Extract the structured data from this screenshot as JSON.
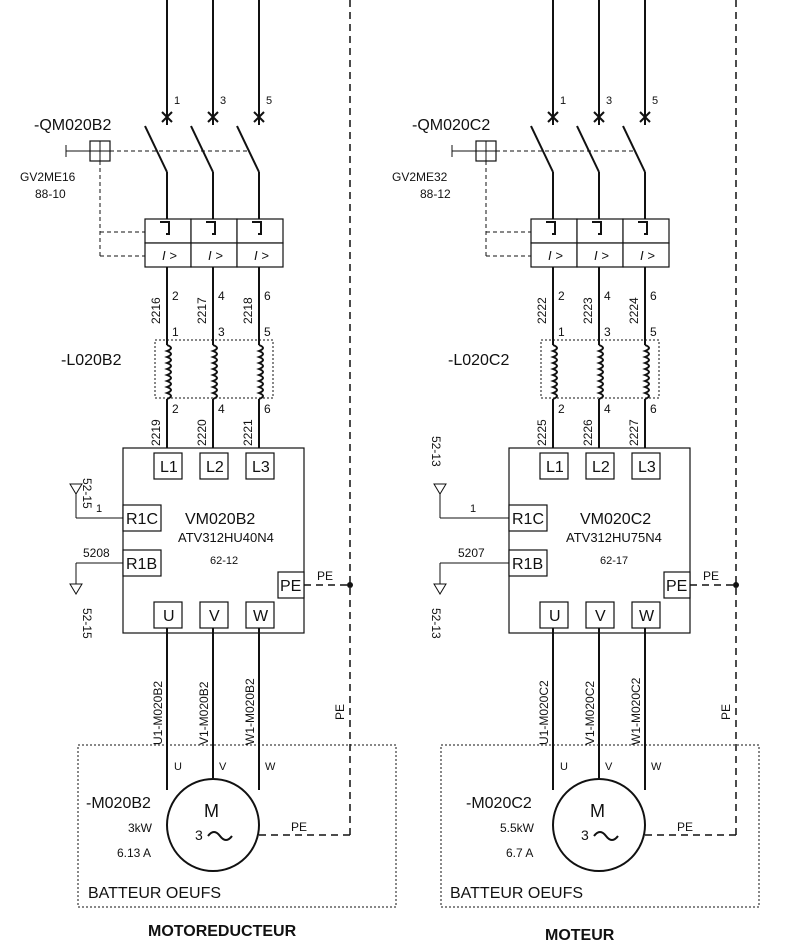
{
  "circuits": [
    {
      "breaker": {
        "tag": "-QM020B2",
        "model": "GV2ME16",
        "ref": "88-10"
      },
      "pole_numbers_top": [
        "1",
        "3",
        "5"
      ],
      "wires_upper": [
        "2216",
        "2217",
        "2218"
      ],
      "terminals_upper": [
        "2",
        "4",
        "6"
      ],
      "reactor": {
        "tag": "-L020B2",
        "in": [
          "1",
          "3",
          "5"
        ],
        "out": [
          "2",
          "4",
          "6"
        ]
      },
      "wires_lower": [
        "2219",
        "2220",
        "2221"
      ],
      "drive": {
        "tag": "VM020B2",
        "model": "ATV312HU40N4",
        "ref": "62-12",
        "inputs": [
          "L1",
          "L2",
          "L3"
        ],
        "outputs": [
          "U",
          "V",
          "W"
        ],
        "relay_c": "R1C",
        "relay_b": "R1B",
        "pe": "PE"
      },
      "relay_wire_c": "1",
      "relay_wire_b": "5208",
      "relay_ref_top": "52-15",
      "relay_ref_bottom": "52-15",
      "pe_label": "PE",
      "motor_wires": [
        "U1-M020B2",
        "V1-M020B2",
        "W1-M020B2"
      ],
      "motor": {
        "tag": "-M020B2",
        "power": "3kW",
        "current": "6.13 A",
        "letter": "M",
        "phase": "3",
        "terminals": [
          "U",
          "V",
          "W"
        ],
        "pe": "PE",
        "name": "BATTEUR OEUFS"
      },
      "caption": "MOTOREDUCTEUR"
    },
    {
      "breaker": {
        "tag": "-QM020C2",
        "model": "GV2ME32",
        "ref": "88-12"
      },
      "pole_numbers_top": [
        "1",
        "3",
        "5"
      ],
      "wires_upper": [
        "2222",
        "2223",
        "2224"
      ],
      "terminals_upper": [
        "2",
        "4",
        "6"
      ],
      "reactor": {
        "tag": "-L020C2",
        "in": [
          "1",
          "3",
          "5"
        ],
        "out": [
          "2",
          "4",
          "6"
        ]
      },
      "wires_lower": [
        "2225",
        "2226",
        "2227"
      ],
      "drive": {
        "tag": "VM020C2",
        "model": "ATV312HU75N4",
        "ref": "62-17",
        "inputs": [
          "L1",
          "L2",
          "L3"
        ],
        "outputs": [
          "U",
          "V",
          "W"
        ],
        "relay_c": "R1C",
        "relay_b": "R1B",
        "pe": "PE"
      },
      "relay_wire_c": "1",
      "relay_wire_b": "5207",
      "relay_ref_top": "52-13",
      "relay_ref_bottom": "52-13",
      "pe_label": "PE",
      "motor_wires": [
        "U1-M020C2",
        "V1-M020C2",
        "W1-M020C2"
      ],
      "motor": {
        "tag": "-M020C2",
        "power": "5.5kW",
        "current": "6.7 A",
        "letter": "M",
        "phase": "3",
        "terminals": [
          "U",
          "V",
          "W"
        ],
        "pe": "PE",
        "name": "BATTEUR OEUFS"
      },
      "caption": "MOTEUR"
    }
  ]
}
